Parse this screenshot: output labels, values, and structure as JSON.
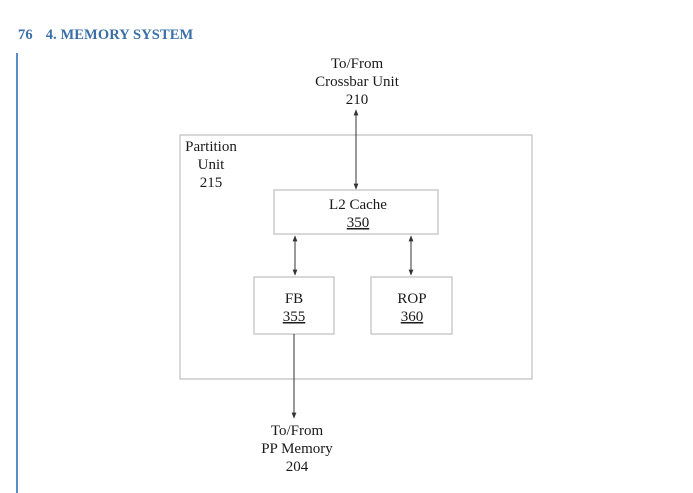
{
  "header": {
    "page_number": "76",
    "chapter_title": "4. MEMORY SYSTEM"
  },
  "diagram": {
    "crossbar": {
      "line1": "To/From",
      "line2": "Crossbar Unit",
      "ref": "210"
    },
    "partition": {
      "line1": "Partition",
      "line2": "Unit",
      "ref": "215"
    },
    "l2cache": {
      "label": "L2 Cache",
      "ref": "350"
    },
    "fb": {
      "label": "FB",
      "ref": "355"
    },
    "rop": {
      "label": "ROP",
      "ref": "360"
    },
    "ppmemory": {
      "line1": "To/From",
      "line2": "PP Memory",
      "ref": "204"
    }
  },
  "colors": {
    "header": "#3a6fa8",
    "rule": "#5b8cc4",
    "box_stroke": "#b0b0b0",
    "line": "#333333"
  }
}
